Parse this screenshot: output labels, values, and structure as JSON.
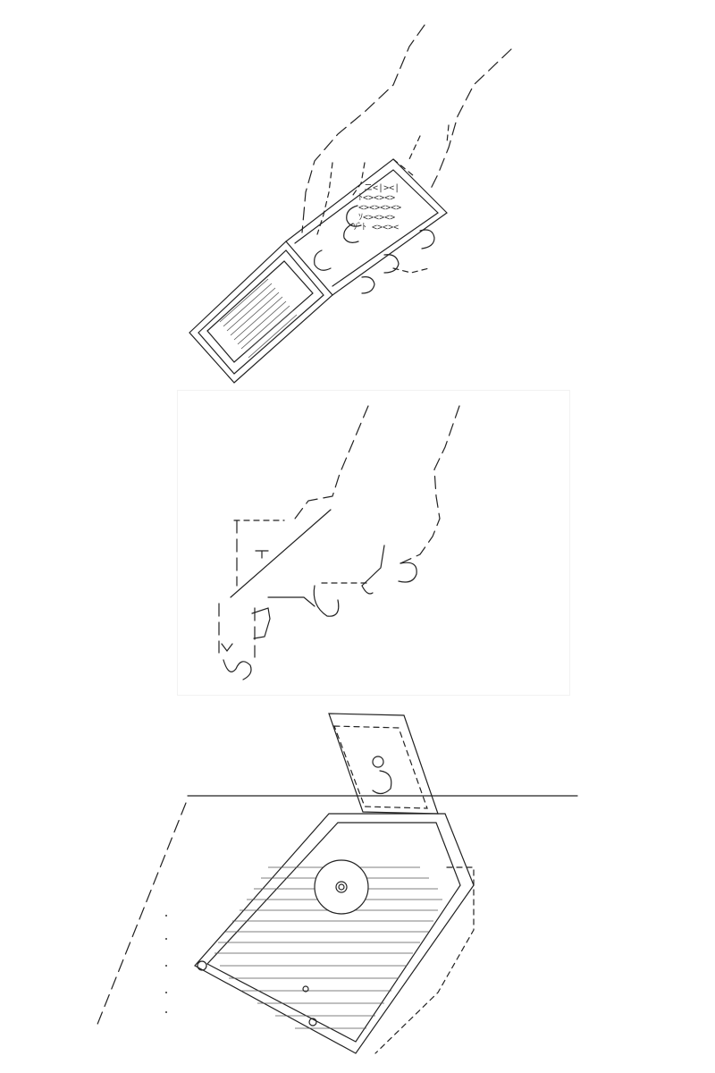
{
  "panels": [
    {
      "name": "hand-holding-phone"
    },
    {
      "name": "hand-releasing"
    },
    {
      "name": "phone-on-table"
    }
  ],
  "icons": {
    "phone_top": "flip-phone-icon",
    "hand_mid": "hand-icon",
    "phone_bottom": "flip-phone-icon"
  }
}
